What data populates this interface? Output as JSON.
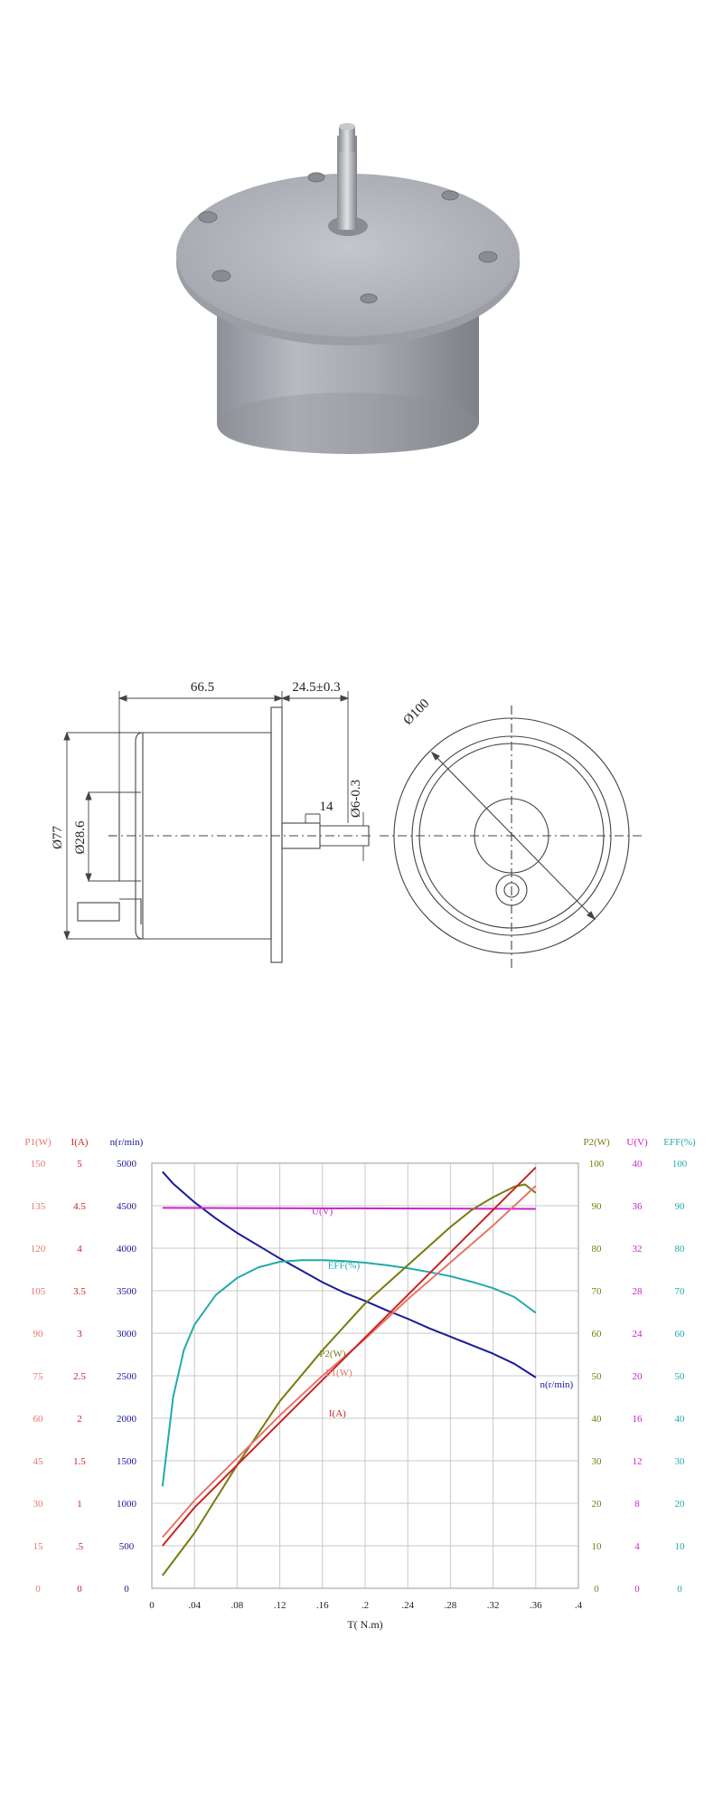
{
  "dimensions": {
    "length": "66.5",
    "shaft_length": "24.5±0.3",
    "flange_dia": "Ø100",
    "shaft_flat": "14",
    "shaft_dia": "Ø6-0.3",
    "body_dia": "Ø77",
    "hub_dia": "Ø28.6"
  },
  "chart_data": {
    "type": "line",
    "xlabel": "T( N.m)",
    "xlim": [
      0,
      0.4
    ],
    "x_ticks": [
      "0",
      ".04",
      ".08",
      ".12",
      ".16",
      ".2",
      ".24",
      ".28",
      ".32",
      ".36",
      ".4"
    ],
    "grid": true,
    "axes": [
      {
        "name": "P1(W)",
        "side": "left",
        "color": "#e8756a",
        "range": [
          0,
          150
        ],
        "ticks": [
          "0",
          "15",
          "30",
          "45",
          "60",
          "75",
          "90",
          "105",
          "120",
          "135",
          "150"
        ]
      },
      {
        "name": "I(A)",
        "side": "left",
        "color": "#cc2222",
        "range": [
          0,
          5
        ],
        "ticks": [
          "0",
          ".5",
          "1",
          "1.5",
          "2",
          "2.5",
          "3",
          "3.5",
          "4",
          "4.5",
          "5"
        ]
      },
      {
        "name": "n(r/min)",
        "side": "left",
        "color": "#1a1a99",
        "range": [
          0,
          5000
        ],
        "ticks": [
          "0",
          "500",
          "1000",
          "1500",
          "2000",
          "2500",
          "3000",
          "3500",
          "4000",
          "4500",
          "5000"
        ]
      },
      {
        "name": "P2(W)",
        "side": "right",
        "color": "#7a7a10",
        "range": [
          0,
          100
        ],
        "ticks": [
          "0",
          "10",
          "20",
          "30",
          "40",
          "50",
          "60",
          "70",
          "80",
          "90",
          "100"
        ]
      },
      {
        "name": "U(V)",
        "side": "right",
        "color": "#cc22cc",
        "range": [
          0,
          40
        ],
        "ticks": [
          "0",
          "4",
          "8",
          "12",
          "16",
          "20",
          "24",
          "28",
          "32",
          "36",
          "40"
        ]
      },
      {
        "name": "EFF(%)",
        "side": "right",
        "color": "#22aaaa",
        "range": [
          0,
          100
        ],
        "ticks": [
          "0",
          "10",
          "20",
          "30",
          "40",
          "50",
          "60",
          "70",
          "80",
          "90",
          "100"
        ]
      }
    ],
    "series": [
      {
        "name": "n(r/min)",
        "axis": 2,
        "color": "#1a1a99",
        "x": [
          0.01,
          0.02,
          0.04,
          0.06,
          0.08,
          0.1,
          0.12,
          0.14,
          0.16,
          0.18,
          0.2,
          0.22,
          0.24,
          0.26,
          0.28,
          0.3,
          0.32,
          0.34,
          0.36
        ],
        "y": [
          4900,
          4760,
          4540,
          4350,
          4180,
          4030,
          3880,
          3740,
          3600,
          3480,
          3380,
          3270,
          3170,
          3060,
          2960,
          2860,
          2760,
          2640,
          2480
        ]
      },
      {
        "name": "U(V)",
        "axis": 4,
        "color": "#cc22cc",
        "x": [
          0.01,
          0.36
        ],
        "y": [
          35.8,
          35.7
        ]
      },
      {
        "name": "EFF(%)",
        "axis": 5,
        "color": "#22aaaa",
        "x": [
          0.01,
          0.02,
          0.03,
          0.04,
          0.06,
          0.08,
          0.1,
          0.12,
          0.14,
          0.16,
          0.18,
          0.2,
          0.22,
          0.24,
          0.26,
          0.28,
          0.3,
          0.32,
          0.34,
          0.36
        ],
        "y": [
          24,
          45,
          56,
          62,
          69,
          73,
          75.5,
          76.8,
          77.2,
          77.2,
          77,
          76.6,
          76,
          75.3,
          74.4,
          73.4,
          72.1,
          70.6,
          68.5,
          64.8
        ]
      },
      {
        "name": "P2(W)",
        "axis": 3,
        "color": "#7a7a10",
        "x": [
          0.01,
          0.04,
          0.08,
          0.12,
          0.16,
          0.2,
          0.24,
          0.28,
          0.3,
          0.32,
          0.34,
          0.35,
          0.36
        ],
        "y": [
          3,
          13,
          29,
          44,
          56,
          67,
          76,
          85,
          89,
          92,
          94.5,
          95,
          93
        ]
      },
      {
        "name": "P1(W)",
        "axis": 0,
        "color": "#e8756a",
        "x": [
          0.01,
          0.04,
          0.08,
          0.12,
          0.16,
          0.2,
          0.24,
          0.28,
          0.32,
          0.36
        ],
        "y": [
          18,
          31,
          46,
          61,
          75,
          88,
          102,
          115,
          128,
          142
        ]
      },
      {
        "name": "I(A)",
        "axis": 1,
        "color": "#cc2222",
        "x": [
          0.01,
          0.04,
          0.08,
          0.12,
          0.16,
          0.2,
          0.24,
          0.28,
          0.32,
          0.36
        ],
        "y": [
          0.5,
          0.95,
          1.45,
          1.95,
          2.45,
          2.95,
          3.45,
          3.95,
          4.45,
          4.95
        ]
      }
    ],
    "curve_labels": [
      {
        "text": "U(V)",
        "x": 0.15,
        "value": 35.2,
        "axis": 4,
        "color": "#cc22cc"
      },
      {
        "text": "EFF(%)",
        "x": 0.165,
        "value": 75.2,
        "axis": 5,
        "color": "#22aaaa"
      },
      {
        "text": "P2(W)",
        "x": 0.157,
        "value": 54.5,
        "axis": 3,
        "color": "#7a7a10"
      },
      {
        "text": "P1(W)",
        "x": 0.163,
        "value": 75,
        "axis": 0,
        "color": "#e8756a"
      },
      {
        "text": "I(A)",
        "x": 0.166,
        "value": 2.02,
        "axis": 1,
        "color": "#cc2222"
      },
      {
        "text": "n(r/min)",
        "x": 0.364,
        "value": 2360,
        "axis": 2,
        "color": "#1a1a99"
      }
    ]
  }
}
